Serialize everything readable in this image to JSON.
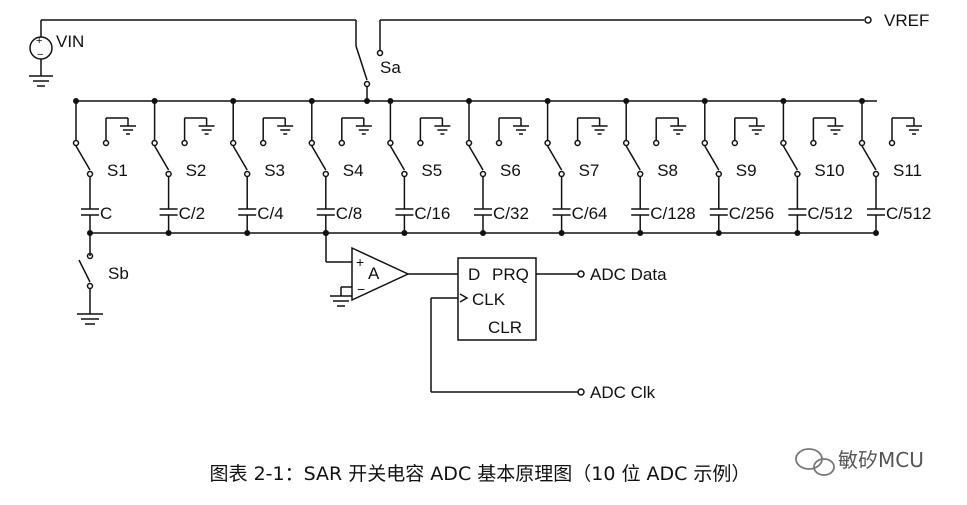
{
  "labels": {
    "vin": "VIN",
    "vref": "VREF",
    "sa": "Sa",
    "sb": "Sb",
    "amp": "A",
    "ff_d": "D",
    "ff_prq": "PRQ",
    "ff_clk": "CLK",
    "ff_clr": "CLR",
    "adc_data": "ADC Data",
    "adc_clk": "ADC Clk",
    "plus": "+",
    "minus": "−"
  },
  "switches": [
    "S1",
    "S2",
    "S3",
    "S4",
    "S5",
    "S6",
    "S7",
    "S8",
    "S9",
    "S10",
    "S11"
  ],
  "capacitors": [
    "C",
    "C/2",
    "C/4",
    "C/8",
    "C/16",
    "C/32",
    "C/64",
    "C/128",
    "C/256",
    "C/512",
    "C/512"
  ],
  "caption": "图表 2-1：SAR 开关电容 ADC 基本原理图（10 位 ADC 示例）",
  "watermark": "敏矽MCU"
}
